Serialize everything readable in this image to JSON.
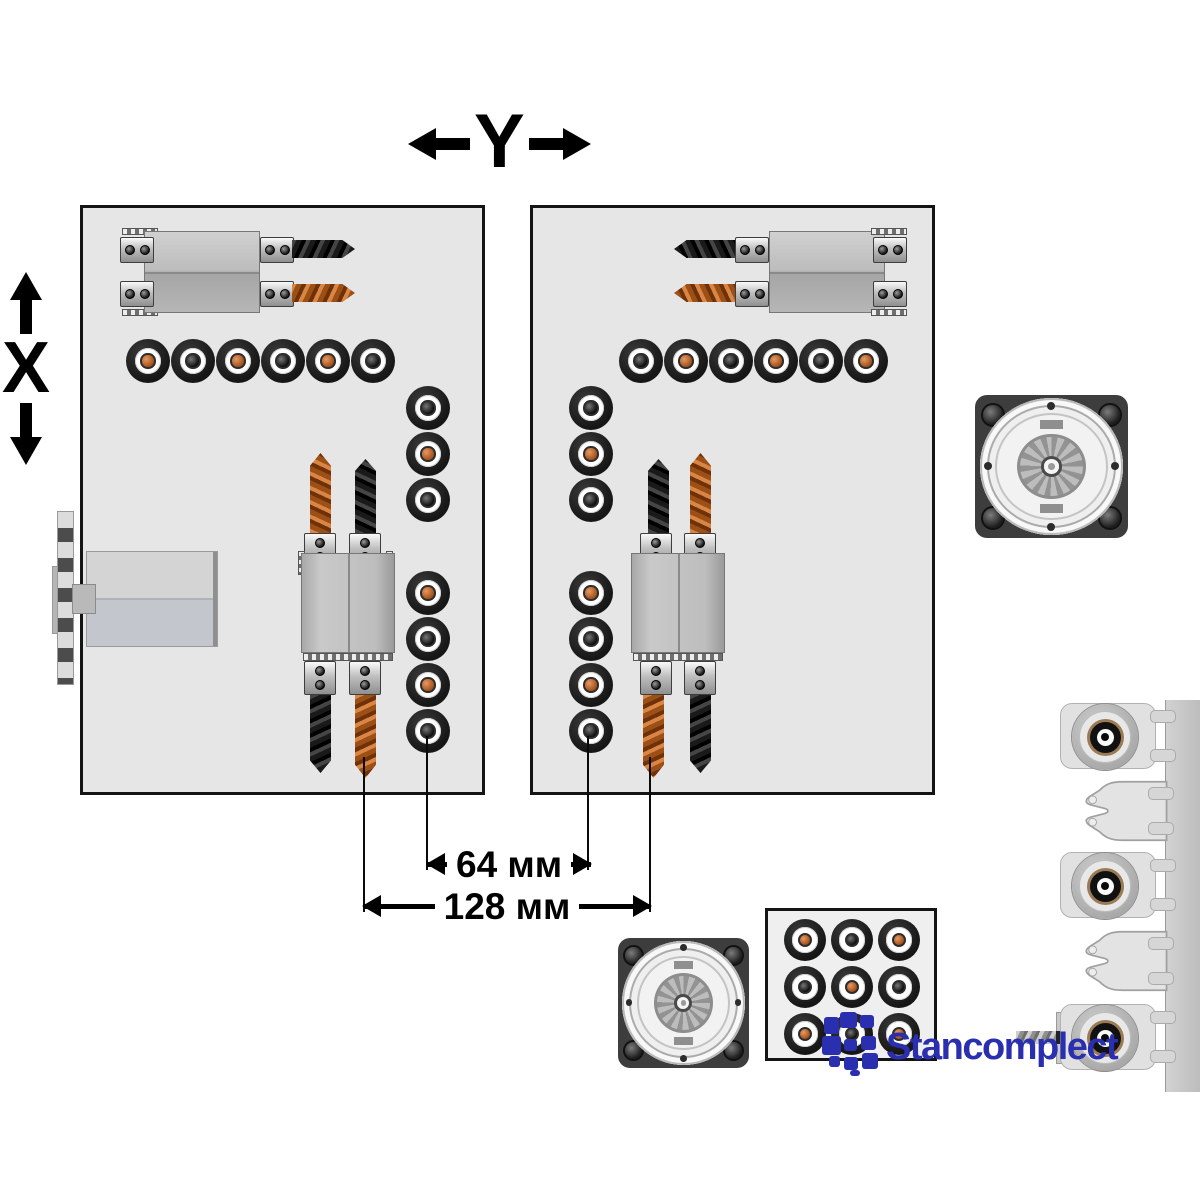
{
  "axes": {
    "y_label": "Y",
    "x_label": "X"
  },
  "dimensions": {
    "inner_label": "64 мм",
    "outer_label": "128 мм"
  },
  "logo": {
    "text": "Stancomplect",
    "color": "#2a2fb0"
  },
  "colors": {
    "panel_bg": "#e6e6e6",
    "panel_border": "#141414",
    "port_ring": "#161616",
    "port_mid": "#ffffff",
    "port_core_orange": "#b35f28",
    "port_core_black": "#101010",
    "drill_orange": "#c9722f",
    "drill_black": "#1a1a1a",
    "saw_guard_red": "#c01020"
  },
  "left_panel": {
    "top_unit_drills": [
      "black",
      "orange"
    ],
    "top_row": [
      "orange",
      "black",
      "orange",
      "black",
      "orange",
      "black"
    ],
    "right_col_upper": [
      "black",
      "orange",
      "black"
    ],
    "right_col_lower": [
      "orange",
      "black",
      "orange",
      "black"
    ],
    "center_unit_top_drills": [
      "orange",
      "black"
    ],
    "center_unit_bottom_drills": [
      "black",
      "orange"
    ]
  },
  "right_panel": {
    "top_unit_drills": [
      "black",
      "orange"
    ],
    "top_row": [
      "black",
      "orange",
      "black",
      "orange",
      "black",
      "orange"
    ],
    "left_col_upper": [
      "black",
      "orange",
      "black"
    ],
    "left_col_lower": [
      "orange",
      "black",
      "orange",
      "black"
    ],
    "center_unit_top_drills": [
      "black",
      "orange"
    ],
    "center_unit_bottom_drills": [
      "orange",
      "black"
    ]
  },
  "tool_grid": {
    "rows": [
      [
        "orange",
        "black",
        "orange"
      ],
      [
        "black",
        "orange",
        "black"
      ],
      [
        "orange",
        "black",
        "orange"
      ]
    ]
  },
  "tool_rack": {
    "slots": [
      "holder",
      "fork",
      "holder",
      "fork",
      "saw-holder"
    ]
  }
}
